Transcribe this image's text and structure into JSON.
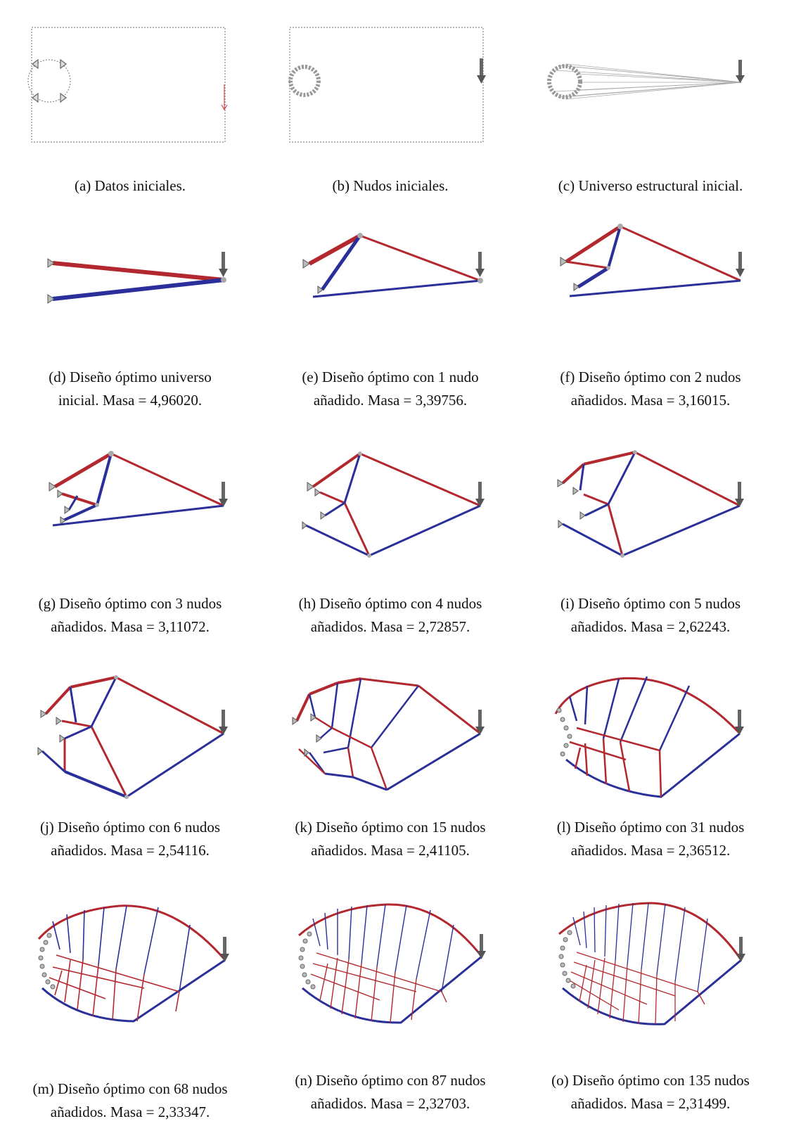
{
  "captions": {
    "a": {
      "l1": "(a) Datos iniciales.",
      "l2": ""
    },
    "b": {
      "l1": "(b) Nudos iniciales.",
      "l2": ""
    },
    "c": {
      "l1": "(c) Universo estructural  inicial.",
      "l2": ""
    },
    "d": {
      "l1": "(d) Diseño óptimo universo",
      "l2": "inicial. Masa = 4,96020."
    },
    "e": {
      "l1": "(e) Diseño óptimo con 1 nudo",
      "l2": "añadido. Masa = 3,39756."
    },
    "f": {
      "l1": "(f) Diseño óptimo con 2 nudos",
      "l2": "añadidos. Masa = 3,16015."
    },
    "g": {
      "l1": "(g) Diseño óptimo con 3 nudos",
      "l2": "añadidos. Masa = 3,11072."
    },
    "h": {
      "l1": "(h) Diseño óptimo con 4 nudos",
      "l2": "añadidos. Masa = 2,72857."
    },
    "i": {
      "l1": "(i) Diseño óptimo con 5 nudos",
      "l2": "añadidos. Masa = 2,62243."
    },
    "j": {
      "l1": "(j) Diseño óptimo con 6 nudos",
      "l2": "añadidos. Masa = 2,54116."
    },
    "k": {
      "l1": "(k) Diseño óptimo con 15 nudos",
      "l2": "añadidos. Masa = 2,41105."
    },
    "l": {
      "l1": "(l) Diseño óptimo con 31 nudos",
      "l2": "añadidos. Masa = 2,36512."
    },
    "m": {
      "l1": "(m) Diseño óptimo con 68 nudos",
      "l2": "añadidos. Masa = 2,33347."
    },
    "n": {
      "l1": "(n) Diseño óptimo con 87 nudos",
      "l2": "añadidos. Masa = 2,32703."
    },
    "o": {
      "l1": "(o) Diseño óptimo con 135 nudos",
      "l2": "añadidos. Masa = 2,31499."
    }
  },
  "colors": {
    "tension": "#b3282e",
    "compression": "#2a2f9a",
    "load": "#555555",
    "domain": "#888888",
    "initial_load": "#d05050",
    "node": "#aaaaaa"
  },
  "icons": {
    "load": "down-arrow-icon",
    "support": "pin-support-icon"
  }
}
